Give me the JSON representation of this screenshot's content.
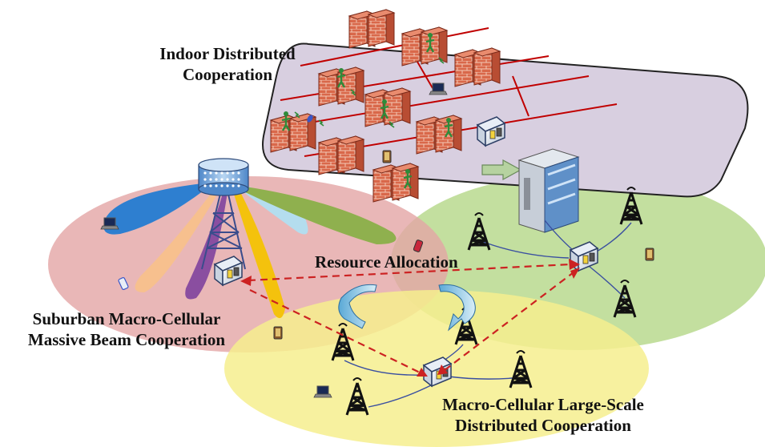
{
  "labels": {
    "indoor": {
      "line1": "Indoor Distributed",
      "line2": "Cooperation"
    },
    "resource": "Resource Allocation",
    "suburban": {
      "line1": "Suburban Macro-Cellular",
      "line2": "Massive Beam Cooperation"
    },
    "macro": {
      "line1": "Macro-Cellular Large-Scale",
      "line2": "Distributed Cooperation"
    }
  },
  "colors": {
    "suburban_zone": "#e4a5a5",
    "macro_zone": "#f6ef8e",
    "green_zone": "#b9d98e",
    "indoor_floor": "#d8cfe0",
    "beam_blue": "#2e7fd0",
    "beam_orange": "#f7c08e",
    "beam_purple": "#8a4ea0",
    "beam_light_blue": "#b4ddee",
    "beam_yellow": "#f4c20d",
    "beam_green": "#8fb04e",
    "arrow_red": "#cc2222",
    "link_blue": "#3a4fa0",
    "brick": "#d9684a"
  },
  "icons": [
    "tower-icon",
    "base-station-icon",
    "firewall-wall-icon",
    "laptop-icon",
    "phone-icon",
    "person-icon",
    "server-rack-icon",
    "rotate-arrow-icon"
  ]
}
